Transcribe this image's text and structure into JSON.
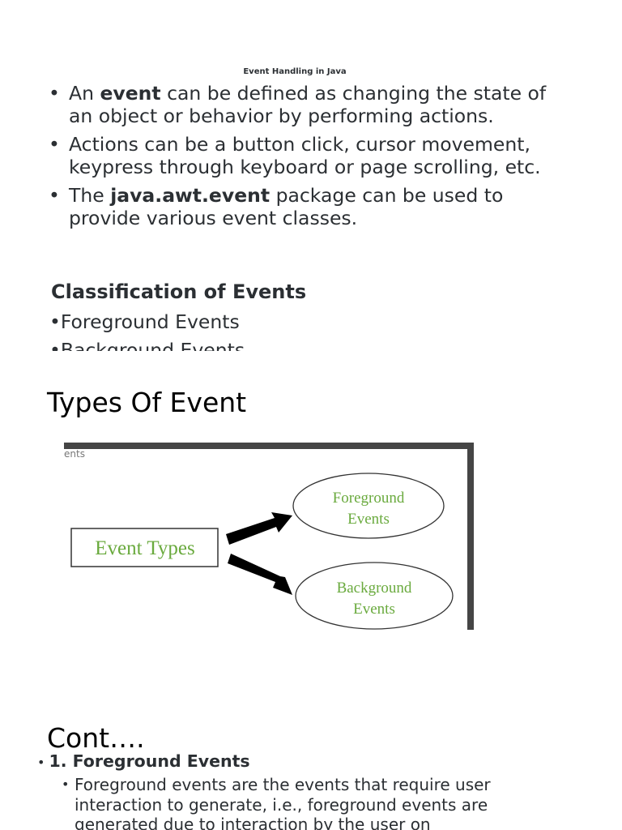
{
  "slide1": {
    "doc_title": "Event Handling in Java",
    "bullets": [
      {
        "pre": "An ",
        "bold": "event",
        "post": " can be defined as changing the state of an object or behavior by performing actions."
      },
      {
        "pre": "Actions can be a button click, cursor movement, keypress through keyboard or page scrolling, etc.",
        "bold": "",
        "post": ""
      },
      {
        "pre": "The ",
        "bold": "java.awt.event",
        "post": " package can be used to provide various event classes."
      }
    ],
    "classification_heading": "Classification of Events",
    "classification_items": [
      "•Foreground Events",
      "•Background Events"
    ]
  },
  "slide2": {
    "title": "Types Of Event",
    "corner_text": "ents",
    "diagram": {
      "root_label": "Event Types",
      "foreground_label_1": "Foreground",
      "foreground_label_2": "Events",
      "background_label_1": "Background",
      "background_label_2": "Events",
      "text_color": "#6aaa3e"
    }
  },
  "slide3": {
    "title": "Cont….",
    "level1_bullet": "•",
    "level1": "1. Foreground Events",
    "level2_bullet": "•",
    "level2": "Foreground events are the events that require user interaction to generate, i.e., foreground events are generated due to interaction by the user on"
  }
}
